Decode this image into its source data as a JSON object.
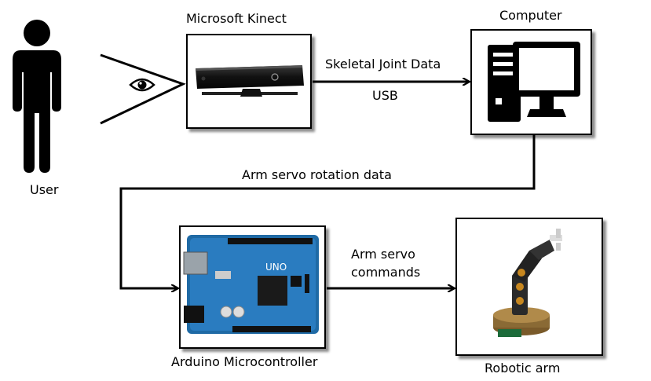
{
  "nodes": {
    "user": "User",
    "kinect": "Microsoft Kinect",
    "computer": "Computer",
    "arduino": "Arduino Microcontroller",
    "robotic_arm": "Robotic arm"
  },
  "edges": {
    "kinect_to_computer_top": "Skeletal Joint Data",
    "kinect_to_computer_bottom": "USB",
    "computer_to_arduino": "Arm servo rotation data",
    "arduino_to_arm_line1": "Arm servo",
    "arduino_to_arm_line2": "commands"
  },
  "board": {
    "model": "UNO"
  }
}
